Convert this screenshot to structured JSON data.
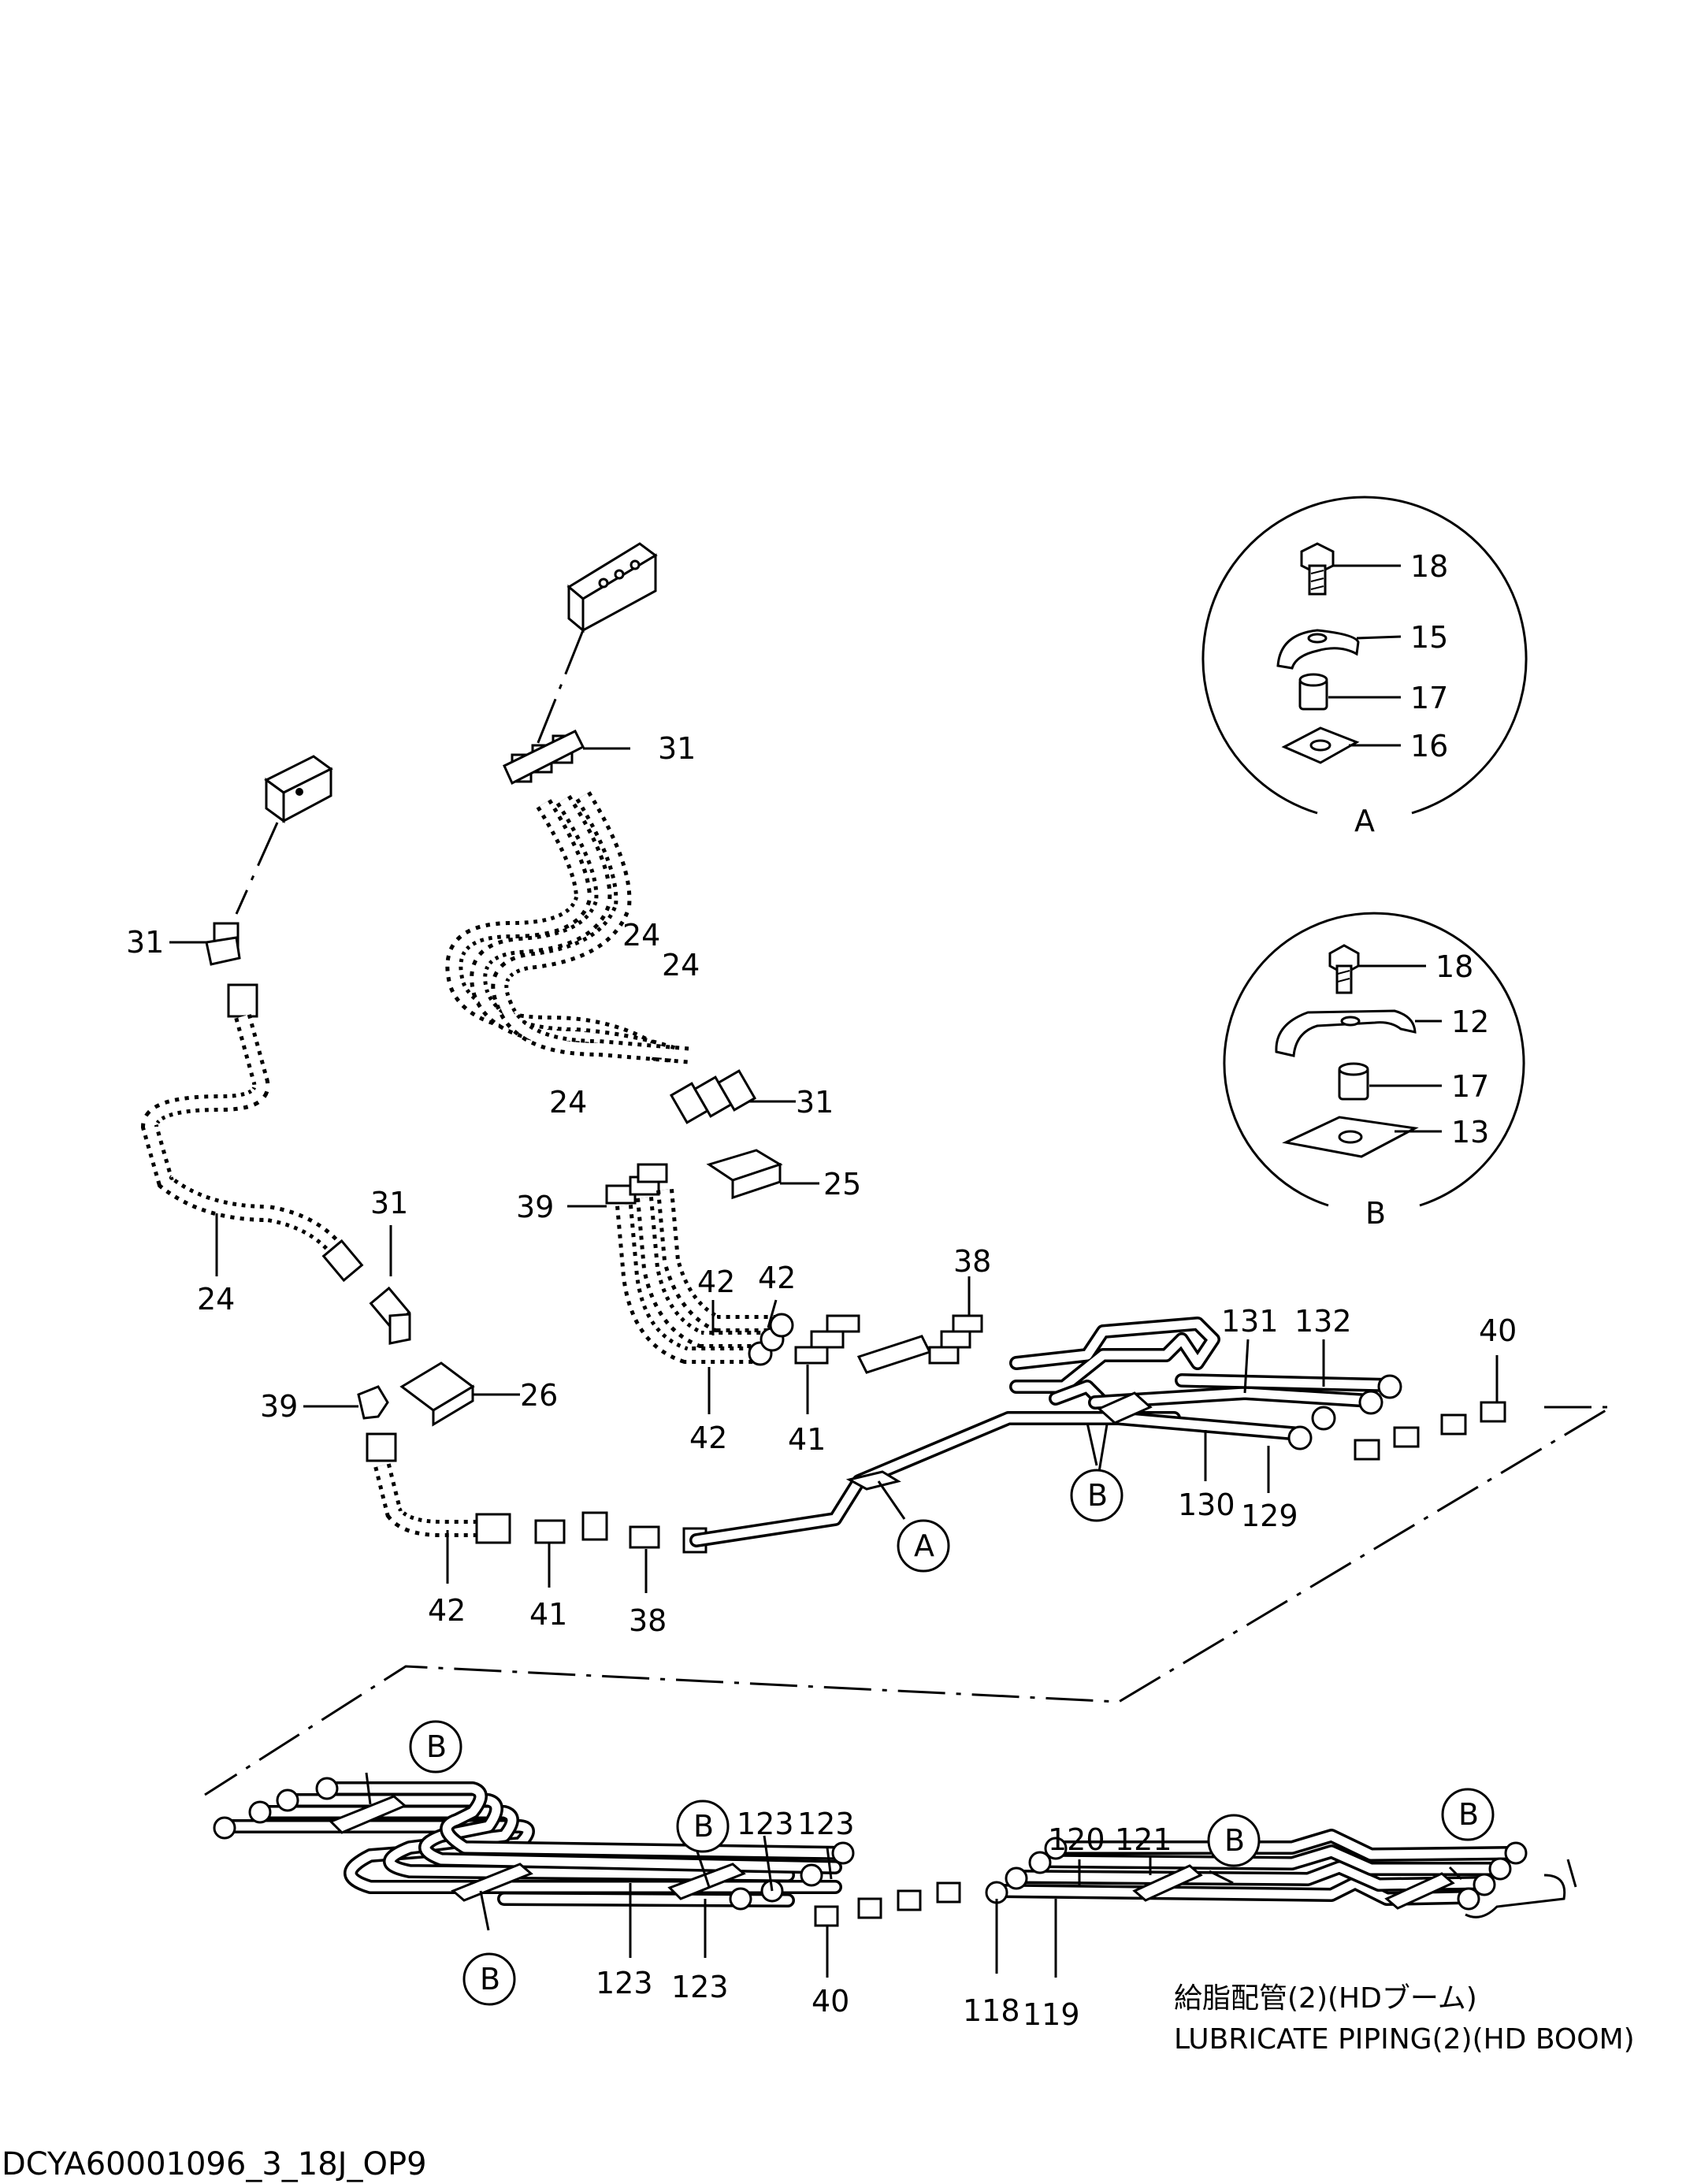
{
  "detail_A": {
    "letter": "A",
    "parts": [
      "18",
      "15",
      "17",
      "16"
    ]
  },
  "detail_B": {
    "letter": "B",
    "parts": [
      "18",
      "12",
      "17",
      "13"
    ]
  },
  "part_labels": {
    "p31_top": "31",
    "p31_left": "31",
    "p31_mid": "31",
    "p31_low": "31",
    "p24_a": "24",
    "p24_b": "24",
    "p24_c": "24",
    "p24_left": "24",
    "p25": "25",
    "p26": "26",
    "p39_a": "39",
    "p39_b": "39",
    "p42_a": "42",
    "p42_b": "42",
    "p42_c": "42",
    "p42_d": "42",
    "p41_a": "41",
    "p41_b": "41",
    "p38_a": "38",
    "p38_b": "38",
    "p40_a": "40",
    "p40_b": "40",
    "p131": "131",
    "p132": "132",
    "p130": "130",
    "p129": "129",
    "p123_a": "123",
    "p123_b": "123",
    "p123_c": "123",
    "p123_d": "123",
    "p120": "120",
    "p121": "121",
    "p118": "118",
    "p119": "119"
  },
  "callouts": {
    "A_main": "A",
    "B_main": "B",
    "B_low1": "B",
    "B_low2": "B",
    "B_low3": "B",
    "B_low4": "B",
    "B_low5": "B"
  },
  "caption": {
    "japanese": "給脂配管(2)(HDブーム)",
    "english": "LUBRICATE  PIPING(2)(HD BOOM)"
  },
  "drawing_code": "DCYA60001096_3_18J_OP9"
}
